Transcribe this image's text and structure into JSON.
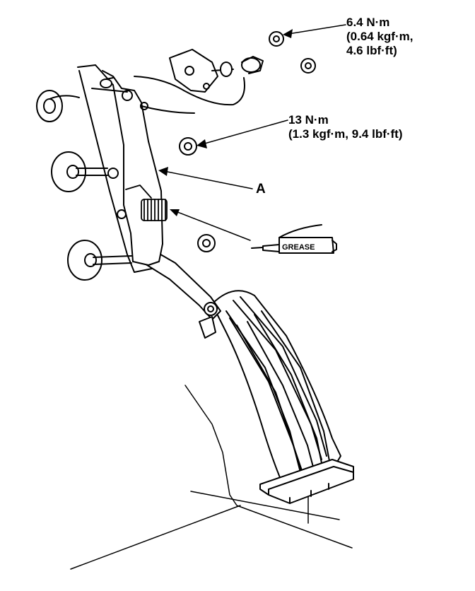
{
  "callouts": {
    "torque_small": {
      "line1": "6.4 N·m",
      "line2": "(0.64 kgf·m,",
      "line3": "4.6 lbf·ft)"
    },
    "torque_large": {
      "line1": "13 N·m",
      "line2": "(1.3 kgf·m, 9.4 lbf·ft)"
    },
    "part_label": "A",
    "grease_label": "GREASE"
  }
}
